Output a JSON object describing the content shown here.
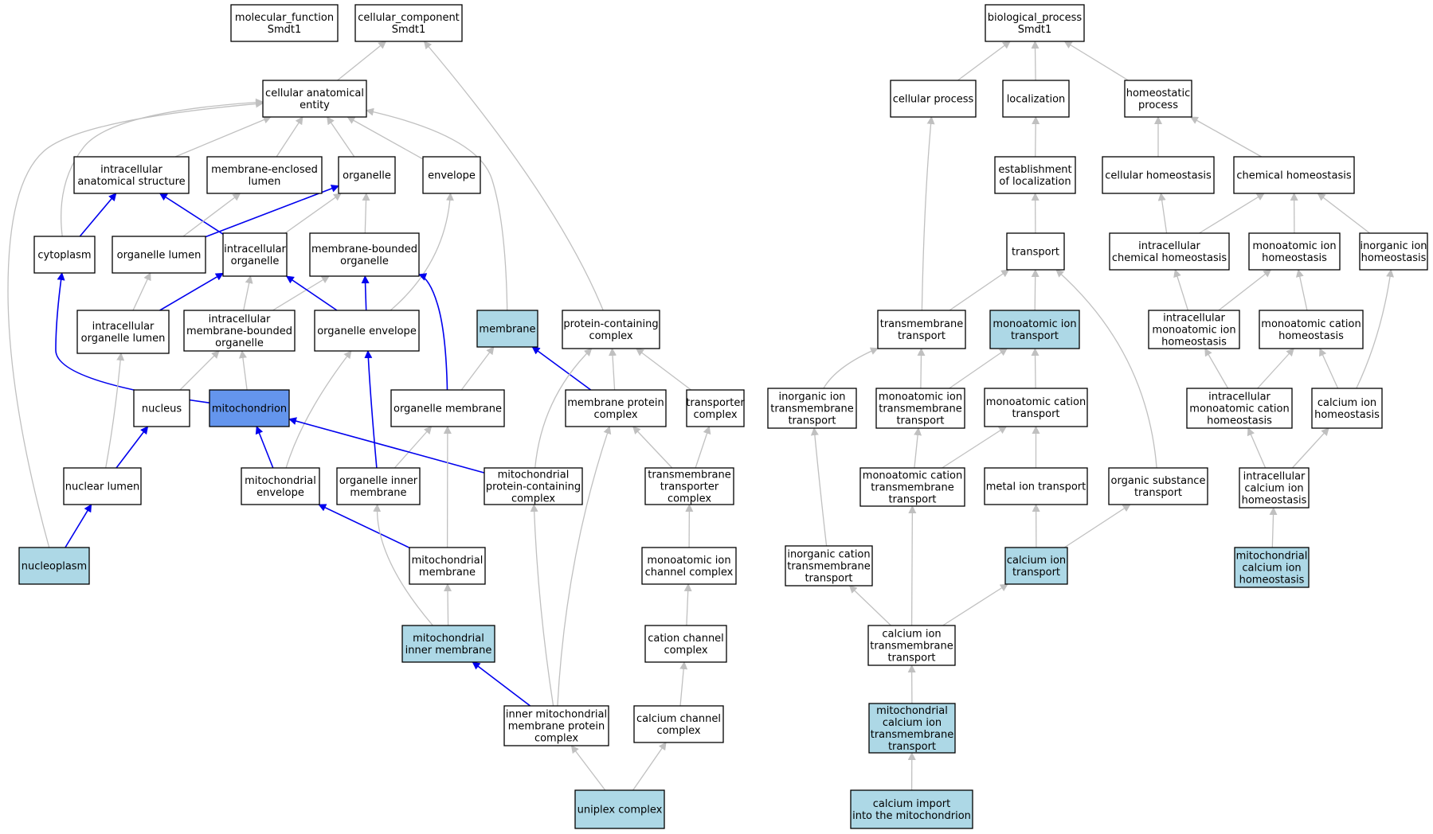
{
  "colors": {
    "normal_fill": "#ffffff",
    "highlight_fill": "#add8e6",
    "focus_fill": "#6495ed",
    "edge_gray": "#c0c0c0",
    "edge_blue": "#0000ee"
  },
  "nodes": {
    "mf": {
      "lines": [
        "molecular_function",
        "Smdt1"
      ],
      "fill": "normal"
    },
    "cc": {
      "lines": [
        "cellular_component",
        "Smdt1"
      ],
      "fill": "normal"
    },
    "bp": {
      "lines": [
        "biological_process",
        "Smdt1"
      ],
      "fill": "normal"
    },
    "cae": {
      "lines": [
        "cellular anatomical",
        "entity"
      ],
      "fill": "normal"
    },
    "ias": {
      "lines": [
        "intracellular",
        "anatomical structure"
      ],
      "fill": "normal"
    },
    "mel": {
      "lines": [
        "membrane-enclosed",
        "lumen"
      ],
      "fill": "normal"
    },
    "org": {
      "lines": [
        "organelle"
      ],
      "fill": "normal"
    },
    "env": {
      "lines": [
        "envelope"
      ],
      "fill": "normal"
    },
    "cyt": {
      "lines": [
        "cytoplasm"
      ],
      "fill": "normal"
    },
    "orgl": {
      "lines": [
        "organelle lumen"
      ],
      "fill": "normal"
    },
    "io": {
      "lines": [
        "intracellular",
        "organelle"
      ],
      "fill": "normal"
    },
    "mbo": {
      "lines": [
        "membrane-bounded",
        "organelle"
      ],
      "fill": "normal"
    },
    "iol": {
      "lines": [
        "intracellular",
        "organelle lumen"
      ],
      "fill": "normal"
    },
    "imbo": {
      "lines": [
        "intracellular",
        "membrane-bounded",
        "organelle"
      ],
      "fill": "normal"
    },
    "oenv": {
      "lines": [
        "organelle envelope"
      ],
      "fill": "normal"
    },
    "mem": {
      "lines": [
        "membrane"
      ],
      "fill": "highlight"
    },
    "pcc": {
      "lines": [
        "protein-containing",
        "complex"
      ],
      "fill": "normal"
    },
    "nuc": {
      "lines": [
        "nucleus"
      ],
      "fill": "normal"
    },
    "mito": {
      "lines": [
        "mitochondrion"
      ],
      "fill": "focus"
    },
    "om": {
      "lines": [
        "organelle membrane"
      ],
      "fill": "normal"
    },
    "mpc": {
      "lines": [
        "membrane protein",
        "complex"
      ],
      "fill": "normal"
    },
    "tc": {
      "lines": [
        "transporter",
        "complex"
      ],
      "fill": "normal"
    },
    "nl": {
      "lines": [
        "nuclear lumen"
      ],
      "fill": "normal"
    },
    "menv": {
      "lines": [
        "mitochondrial",
        "envelope"
      ],
      "fill": "normal"
    },
    "oim": {
      "lines": [
        "organelle inner",
        "membrane"
      ],
      "fill": "normal"
    },
    "mpcc": {
      "lines": [
        "mitochondrial",
        "protein-containing",
        "complex"
      ],
      "fill": "normal"
    },
    "ttc": {
      "lines": [
        "transmembrane",
        "transporter",
        "complex"
      ],
      "fill": "normal"
    },
    "np": {
      "lines": [
        "nucleoplasm"
      ],
      "fill": "highlight"
    },
    "mm": {
      "lines": [
        "mitochondrial",
        "membrane"
      ],
      "fill": "normal"
    },
    "micc": {
      "lines": [
        "monoatomic ion",
        "channel complex"
      ],
      "fill": "normal"
    },
    "mim": {
      "lines": [
        "mitochondrial",
        "inner membrane"
      ],
      "fill": "highlight"
    },
    "ccc": {
      "lines": [
        "cation channel",
        "complex"
      ],
      "fill": "normal"
    },
    "impc": {
      "lines": [
        "inner mitochondrial",
        "membrane protein",
        "complex"
      ],
      "fill": "normal"
    },
    "cachc": {
      "lines": [
        "calcium channel",
        "complex"
      ],
      "fill": "normal"
    },
    "uni": {
      "lines": [
        "uniplex complex"
      ],
      "fill": "highlight"
    },
    "cp": {
      "lines": [
        "cellular process"
      ],
      "fill": "normal"
    },
    "loc": {
      "lines": [
        "localization"
      ],
      "fill": "normal"
    },
    "hp": {
      "lines": [
        "homeostatic",
        "process"
      ],
      "fill": "normal"
    },
    "eol": {
      "lines": [
        "establishment",
        "of localization"
      ],
      "fill": "normal"
    },
    "ch": {
      "lines": [
        "cellular homeostasis"
      ],
      "fill": "normal"
    },
    "chh": {
      "lines": [
        "chemical homeostasis"
      ],
      "fill": "normal"
    },
    "tr": {
      "lines": [
        "transport"
      ],
      "fill": "normal"
    },
    "ich": {
      "lines": [
        "intracellular",
        "chemical homeostasis"
      ],
      "fill": "normal"
    },
    "mih": {
      "lines": [
        "monoatomic ion",
        "homeostasis"
      ],
      "fill": "normal"
    },
    "iih": {
      "lines": [
        "inorganic ion",
        "homeostasis"
      ],
      "fill": "normal"
    },
    "tmt": {
      "lines": [
        "transmembrane",
        "transport"
      ],
      "fill": "normal"
    },
    "mit": {
      "lines": [
        "monoatomic ion",
        "transport"
      ],
      "fill": "highlight"
    },
    "imih": {
      "lines": [
        "intracellular",
        "monoatomic ion",
        "homeostasis"
      ],
      "fill": "normal"
    },
    "mch": {
      "lines": [
        "monoatomic cation",
        "homeostasis"
      ],
      "fill": "normal"
    },
    "iitt": {
      "lines": [
        "inorganic ion",
        "transmembrane",
        "transport"
      ],
      "fill": "normal"
    },
    "mitt": {
      "lines": [
        "monoatomic ion",
        "transmembrane",
        "transport"
      ],
      "fill": "normal"
    },
    "mct": {
      "lines": [
        "monoatomic cation",
        "transport"
      ],
      "fill": "normal"
    },
    "imch": {
      "lines": [
        "intracellular",
        "monoatomic cation",
        "homeostasis"
      ],
      "fill": "normal"
    },
    "cih": {
      "lines": [
        "calcium ion",
        "homeostasis"
      ],
      "fill": "normal"
    },
    "mctt": {
      "lines": [
        "monoatomic cation",
        "transmembrane",
        "transport"
      ],
      "fill": "normal"
    },
    "mett": {
      "lines": [
        "metal ion transport"
      ],
      "fill": "normal"
    },
    "ost": {
      "lines": [
        "organic substance",
        "transport"
      ],
      "fill": "normal"
    },
    "icih": {
      "lines": [
        "intracellular",
        "calcium ion",
        "homeostasis"
      ],
      "fill": "normal"
    },
    "ictt": {
      "lines": [
        "inorganic cation",
        "transmembrane",
        "transport"
      ],
      "fill": "normal"
    },
    "cit": {
      "lines": [
        "calcium ion",
        "transport"
      ],
      "fill": "highlight"
    },
    "mcih": {
      "lines": [
        "mitochondrial",
        "calcium ion",
        "homeostasis"
      ],
      "fill": "highlight"
    },
    "citt": {
      "lines": [
        "calcium ion",
        "transmembrane",
        "transport"
      ],
      "fill": "normal"
    },
    "mcitt": {
      "lines": [
        "mitochondrial",
        "calcium ion",
        "transmembrane",
        "transport"
      ],
      "fill": "highlight"
    },
    "cim": {
      "lines": [
        "calcium import",
        "into the mitochondrion"
      ],
      "fill": "highlight"
    }
  },
  "edges": [
    {
      "from": "cae",
      "to": "cc",
      "color": "gray"
    },
    {
      "from": "pcc",
      "to": "cc",
      "color": "gray"
    },
    {
      "from": "ias",
      "to": "cae",
      "color": "gray"
    },
    {
      "from": "mel",
      "to": "cae",
      "color": "gray"
    },
    {
      "from": "org",
      "to": "cae",
      "color": "gray"
    },
    {
      "from": "env",
      "to": "cae",
      "color": "gray"
    },
    {
      "from": "cyt",
      "to": "cae",
      "color": "gray"
    },
    {
      "from": "mem",
      "to": "cae",
      "color": "gray"
    },
    {
      "from": "np",
      "to": "cae",
      "color": "gray"
    },
    {
      "from": "cyt",
      "to": "ias",
      "color": "blue"
    },
    {
      "from": "io",
      "to": "ias",
      "color": "blue"
    },
    {
      "from": "orgl",
      "to": "org",
      "color": "blue"
    },
    {
      "from": "orgl",
      "to": "mel",
      "color": "gray"
    },
    {
      "from": "io",
      "to": "org",
      "color": "gray"
    },
    {
      "from": "mbo",
      "to": "org",
      "color": "gray"
    },
    {
      "from": "iol",
      "to": "orgl",
      "color": "gray"
    },
    {
      "from": "iol",
      "to": "io",
      "color": "blue"
    },
    {
      "from": "imbo",
      "to": "io",
      "color": "gray"
    },
    {
      "from": "imbo",
      "to": "mbo",
      "color": "gray"
    },
    {
      "from": "oenv",
      "to": "io",
      "color": "blue"
    },
    {
      "from": "oenv",
      "to": "mbo",
      "color": "blue"
    },
    {
      "from": "oenv",
      "to": "env",
      "color": "gray"
    },
    {
      "from": "om",
      "to": "mbo",
      "color": "blue"
    },
    {
      "from": "om",
      "to": "mem",
      "color": "gray"
    },
    {
      "from": "mito",
      "to": "cyt",
      "color": "blue"
    },
    {
      "from": "mito",
      "to": "imbo",
      "color": "gray"
    },
    {
      "from": "nuc",
      "to": "imbo",
      "color": "gray"
    },
    {
      "from": "mpc",
      "to": "mem",
      "color": "blue"
    },
    {
      "from": "mpc",
      "to": "pcc",
      "color": "gray"
    },
    {
      "from": "tc",
      "to": "pcc",
      "color": "gray"
    },
    {
      "from": "mpcc",
      "to": "pcc",
      "color": "gray"
    },
    {
      "from": "nl",
      "to": "nuc",
      "color": "blue"
    },
    {
      "from": "nl",
      "to": "iol",
      "color": "gray"
    },
    {
      "from": "menv",
      "to": "mito",
      "color": "blue"
    },
    {
      "from": "menv",
      "to": "oenv",
      "color": "gray"
    },
    {
      "from": "oim",
      "to": "oenv",
      "color": "blue"
    },
    {
      "from": "oim",
      "to": "om",
      "color": "gray"
    },
    {
      "from": "mpcc",
      "to": "mito",
      "color": "blue"
    },
    {
      "from": "ttc",
      "to": "tc",
      "color": "gray"
    },
    {
      "from": "ttc",
      "to": "mpc",
      "color": "gray"
    },
    {
      "from": "np",
      "to": "nl",
      "color": "blue"
    },
    {
      "from": "mm",
      "to": "menv",
      "color": "blue"
    },
    {
      "from": "mm",
      "to": "om",
      "color": "gray"
    },
    {
      "from": "micc",
      "to": "ttc",
      "color": "gray"
    },
    {
      "from": "mim",
      "to": "mm",
      "color": "gray"
    },
    {
      "from": "mim",
      "to": "oim",
      "color": "gray"
    },
    {
      "from": "ccc",
      "to": "micc",
      "color": "gray"
    },
    {
      "from": "impc",
      "to": "mim",
      "color": "blue"
    },
    {
      "from": "impc",
      "to": "mpcc",
      "color": "gray"
    },
    {
      "from": "impc",
      "to": "mpc",
      "color": "gray"
    },
    {
      "from": "cachc",
      "to": "ccc",
      "color": "gray"
    },
    {
      "from": "uni",
      "to": "impc",
      "color": "gray"
    },
    {
      "from": "uni",
      "to": "cachc",
      "color": "gray"
    },
    {
      "from": "cp",
      "to": "bp",
      "color": "gray"
    },
    {
      "from": "loc",
      "to": "bp",
      "color": "gray"
    },
    {
      "from": "hp",
      "to": "bp",
      "color": "gray"
    },
    {
      "from": "eol",
      "to": "loc",
      "color": "gray"
    },
    {
      "from": "ch",
      "to": "hp",
      "color": "gray"
    },
    {
      "from": "chh",
      "to": "hp",
      "color": "gray"
    },
    {
      "from": "tr",
      "to": "eol",
      "color": "gray"
    },
    {
      "from": "ich",
      "to": "ch",
      "color": "gray"
    },
    {
      "from": "ich",
      "to": "chh",
      "color": "gray"
    },
    {
      "from": "mih",
      "to": "chh",
      "color": "gray"
    },
    {
      "from": "iih",
      "to": "chh",
      "color": "gray"
    },
    {
      "from": "tmt",
      "to": "cp",
      "color": "gray"
    },
    {
      "from": "tmt",
      "to": "tr",
      "color": "gray"
    },
    {
      "from": "mit",
      "to": "tr",
      "color": "gray"
    },
    {
      "from": "ost",
      "to": "tr",
      "color": "gray"
    },
    {
      "from": "imih",
      "to": "ich",
      "color": "gray"
    },
    {
      "from": "imih",
      "to": "mih",
      "color": "gray"
    },
    {
      "from": "mch",
      "to": "mih",
      "color": "gray"
    },
    {
      "from": "iitt",
      "to": "tmt",
      "color": "gray"
    },
    {
      "from": "mitt",
      "to": "tmt",
      "color": "gray"
    },
    {
      "from": "mitt",
      "to": "mit",
      "color": "gray"
    },
    {
      "from": "mct",
      "to": "mit",
      "color": "gray"
    },
    {
      "from": "imch",
      "to": "imih",
      "color": "gray"
    },
    {
      "from": "imch",
      "to": "mch",
      "color": "gray"
    },
    {
      "from": "cih",
      "to": "mch",
      "color": "gray"
    },
    {
      "from": "cih",
      "to": "iih",
      "color": "gray"
    },
    {
      "from": "mctt",
      "to": "mitt",
      "color": "gray"
    },
    {
      "from": "mctt",
      "to": "mct",
      "color": "gray"
    },
    {
      "from": "mett",
      "to": "mct",
      "color": "gray"
    },
    {
      "from": "icih",
      "to": "imch",
      "color": "gray"
    },
    {
      "from": "icih",
      "to": "cih",
      "color": "gray"
    },
    {
      "from": "ictt",
      "to": "iitt",
      "color": "gray"
    },
    {
      "from": "cit",
      "to": "mett",
      "color": "gray"
    },
    {
      "from": "cit",
      "to": "ost",
      "color": "gray"
    },
    {
      "from": "mcih",
      "to": "icih",
      "color": "gray"
    },
    {
      "from": "citt",
      "to": "ictt",
      "color": "gray"
    },
    {
      "from": "citt",
      "to": "mctt",
      "color": "gray"
    },
    {
      "from": "citt",
      "to": "cit",
      "color": "gray"
    },
    {
      "from": "mcitt",
      "to": "citt",
      "color": "gray"
    },
    {
      "from": "cim",
      "to": "mcitt",
      "color": "gray"
    }
  ]
}
